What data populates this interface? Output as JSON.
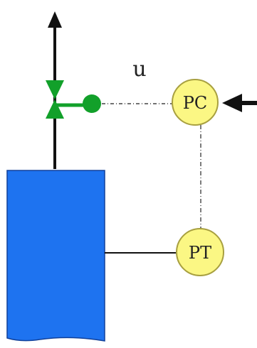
{
  "signal_label": "u",
  "controller": {
    "tag": "PC"
  },
  "transmitter": {
    "tag": "PT"
  },
  "colors": {
    "vessel": "#1e73f0",
    "vessel_edge": "#10409a",
    "valve": "#12a02a",
    "instrument_fill": "#fbf784",
    "instrument_edge": "#a8a040",
    "line": "#111111",
    "signal_line": "#444444"
  },
  "icons": {
    "outlet_arrow": "arrow-up-icon",
    "setpoint_arrow": "arrow-left-icon",
    "control_valve": "valve-icon",
    "vessel": "tank-icon"
  }
}
